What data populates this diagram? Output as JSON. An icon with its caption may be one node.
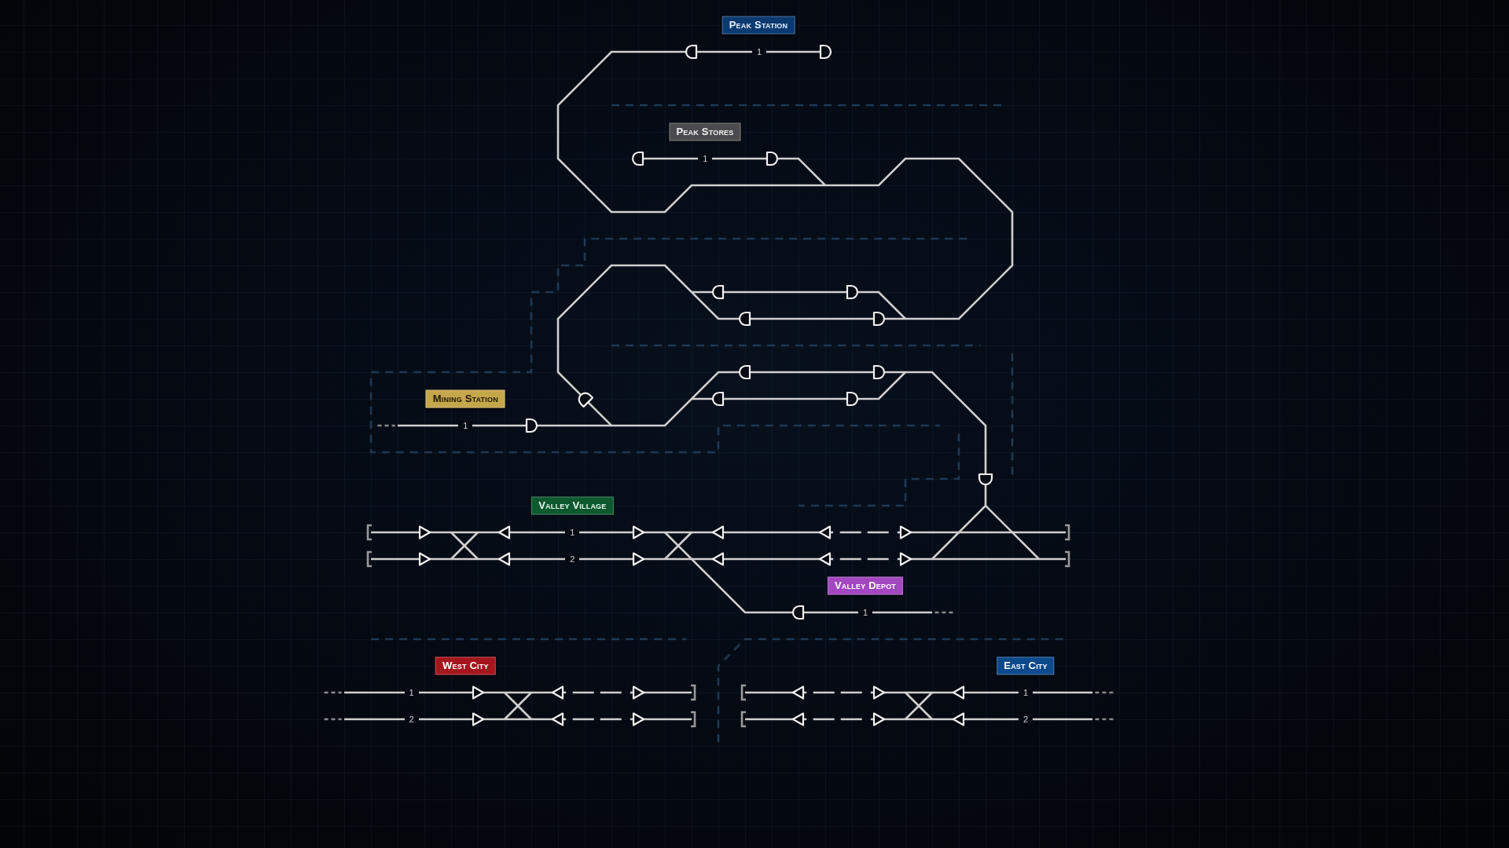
{
  "diagram": {
    "nodes": [
      {
        "text": [
          "Peak Station"
        ],
        "beside": [
          "1"
        ]
      },
      {
        "text": [
          "Peak Stores"
        ],
        "beside": [
          "1"
        ]
      },
      {
        "text": [
          "Mining Station"
        ],
        "beside": [
          "1"
        ]
      },
      {
        "text": [
          "Valley Village"
        ],
        "beside": [
          "1",
          "2"
        ]
      },
      {
        "text": [
          "Valley Depot"
        ],
        "beside": [
          "1"
        ]
      },
      {
        "text": [
          "West City"
        ],
        "beside": [
          "1",
          "2"
        ]
      },
      {
        "text": [
          "East City"
        ],
        "beside": [
          "1",
          "2"
        ]
      }
    ]
  }
}
